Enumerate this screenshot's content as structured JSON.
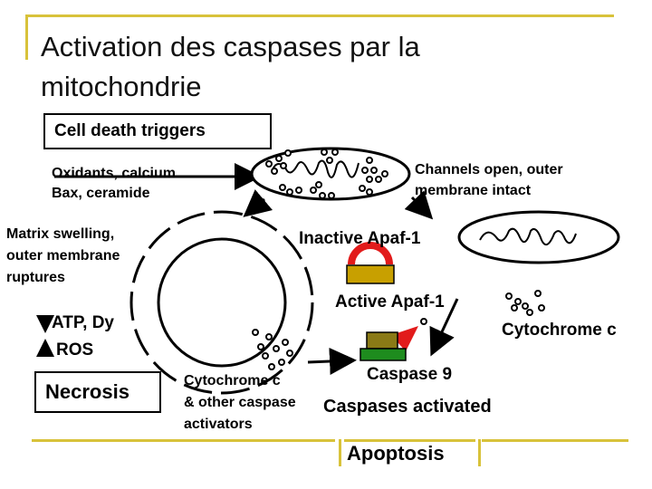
{
  "title": "Activation des caspases par la mitochondrie",
  "triggers_box": "Cell death triggers",
  "oxidants": [
    "Oxidants, calcium",
    "Bax, ceramide"
  ],
  "channels": [
    "Channels open, outer",
    "membrane intact"
  ],
  "matrix": [
    "Matrix swelling,",
    "outer membrane",
    "ruptures"
  ],
  "inactive_apaf": "Inactive Apaf-1",
  "active_apaf": "Active Apaf-1",
  "cytochrome_c": "Cytochrome c",
  "atp": "ATP, Dy",
  "ros": "ROS",
  "necrosis": "Necrosis",
  "cyto_activators": [
    "Cytochrome c",
    "& other caspase",
    "activators"
  ],
  "caspase9": "Caspase 9",
  "caspases_activated": "Caspases activated",
  "apoptosis": "Apoptosis",
  "colors": {
    "accent_gold": "#d8c23a",
    "apaf_red": "#e21b1b",
    "apaf_gold": "#c8a000",
    "green": "#1e8c1e",
    "olive": "#8a7a16"
  }
}
